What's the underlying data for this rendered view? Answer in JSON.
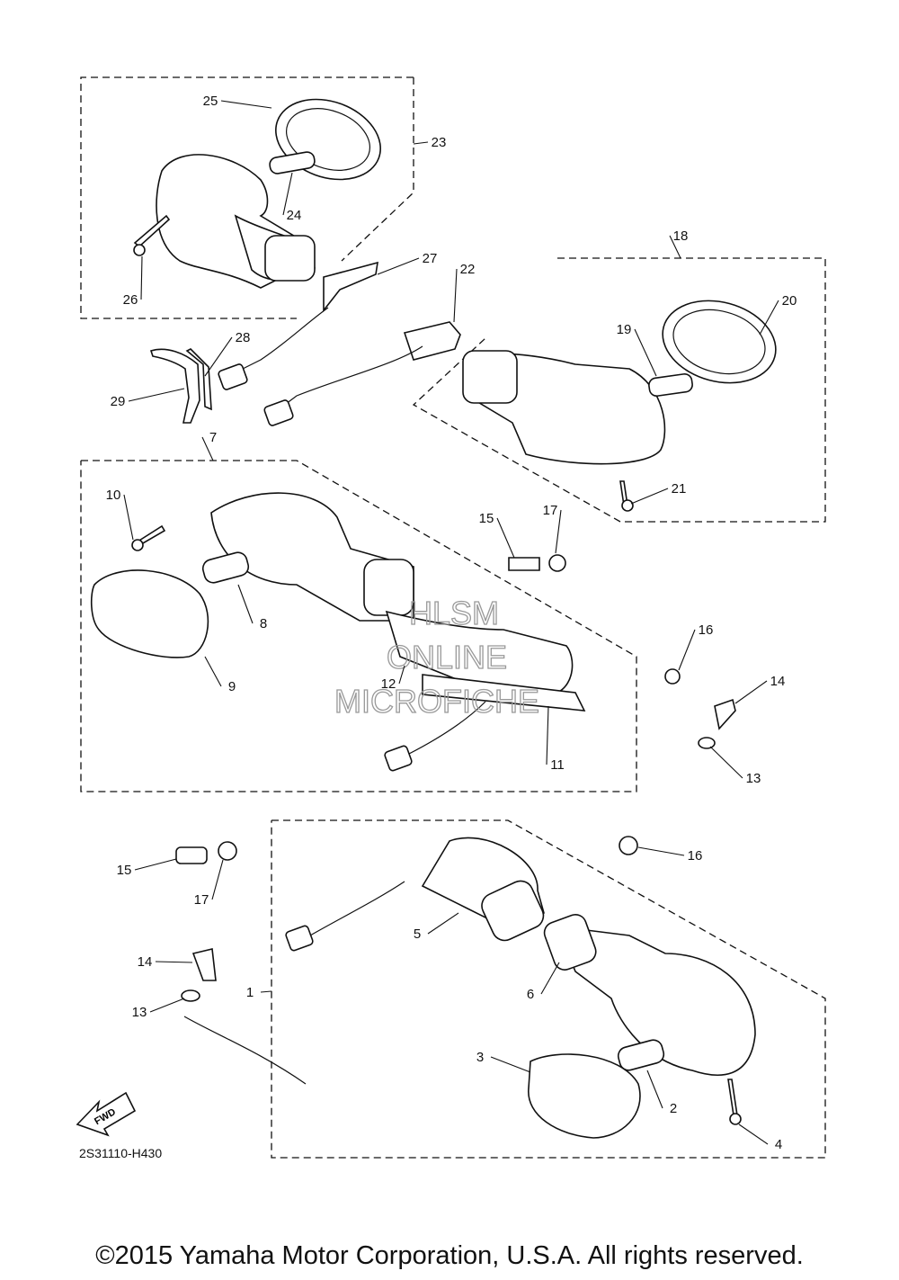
{
  "diagram": {
    "code": "2S31110-H430",
    "fwd_label": "FWD",
    "callouts": [
      "1",
      "2",
      "3",
      "4",
      "5",
      "6",
      "7",
      "8",
      "9",
      "10",
      "11",
      "12",
      "13",
      "14",
      "15",
      "16",
      "17",
      "18",
      "19",
      "20",
      "21",
      "22",
      "23",
      "24",
      "25",
      "26",
      "27",
      "28",
      "29"
    ],
    "lower_callouts": [
      "13",
      "14",
      "15",
      "16",
      "17"
    ]
  },
  "watermark": {
    "line1": "HLSM",
    "line2": "ONLINE",
    "line3": "MICROFICHE"
  },
  "footer": {
    "copyright": "©2015 Yamaha Motor Corporation, U.S.A. All rights reserved."
  }
}
